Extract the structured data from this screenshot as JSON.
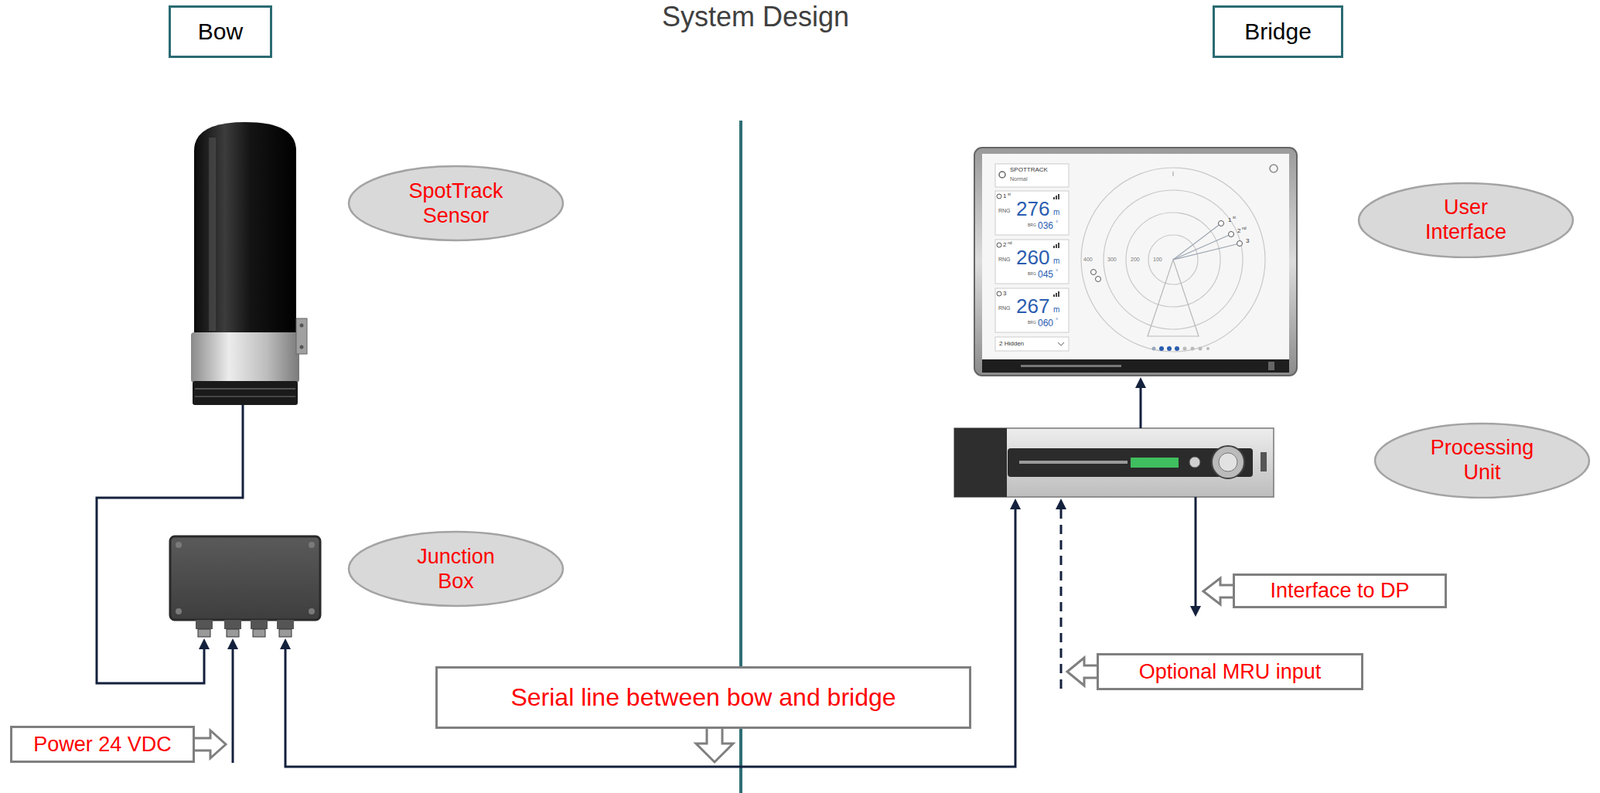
{
  "diagram": {
    "title": "System Design",
    "nodes": [
      {
        "text": [
          "Bow"
        ]
      },
      {
        "text": [
          "Bridge"
        ]
      },
      {
        "text": [
          "SpotTrack Sensor"
        ]
      },
      {
        "text": [
          "User Interface"
        ]
      },
      {
        "text": [
          "Processing Unit"
        ]
      },
      {
        "text": [
          "Junction Box"
        ]
      },
      {
        "text": [
          "Interface to DP"
        ]
      },
      {
        "text": [
          "Optional MRU input"
        ]
      },
      {
        "text": [
          "Serial line between bow and bridge"
        ]
      },
      {
        "text": [
          "Power 24 VDC"
        ]
      }
    ],
    "labels": [
      "SPOTTRACK",
      "Normal",
      "1",
      "st",
      "RNG",
      "276",
      "m",
      "BRG",
      "036",
      "°",
      "2",
      "nd",
      "RNG",
      "260",
      "m",
      "BRG",
      "045",
      "°",
      "3",
      "RNG",
      "267",
      "m",
      "BRG",
      "060",
      "°",
      "2 Hidden",
      "400",
      "300",
      "200",
      "100",
      "1",
      "st",
      "2",
      "nd",
      "3"
    ]
  }
}
